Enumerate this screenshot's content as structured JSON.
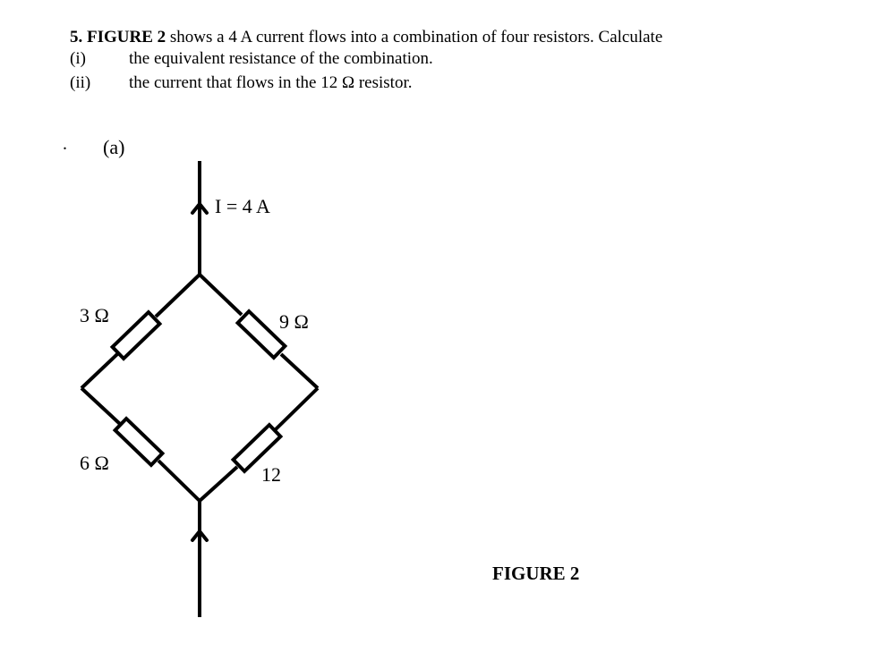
{
  "question": {
    "number": "5.",
    "figure_ref": "FIGURE 2",
    "stem": "shows a 4 A current flows into a combination of four resistors. Calculate",
    "parts": [
      {
        "label": "(i)",
        "text": "the equivalent resistance of the combination."
      },
      {
        "label": "(ii)",
        "text": "the current that flows in the 12 Ω resistor."
      }
    ]
  },
  "figure": {
    "bullet": ".",
    "part_label": "(a)",
    "current_label": "I = 4 A",
    "resistors": [
      {
        "position": "top-left",
        "label": "3 Ω"
      },
      {
        "position": "top-right",
        "label": "9 Ω"
      },
      {
        "position": "bottom-left",
        "label": "6 Ω"
      },
      {
        "position": "bottom-right",
        "label": "12"
      }
    ],
    "caption": "FIGURE 2"
  }
}
